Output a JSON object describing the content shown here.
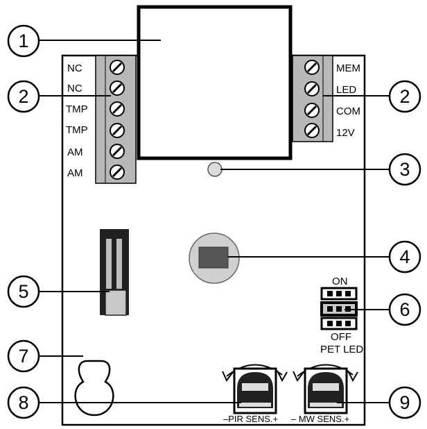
{
  "callouts": [
    "1",
    "2",
    "2",
    "3",
    "4",
    "5",
    "6",
    "7",
    "8",
    "9"
  ],
  "left_terminals": [
    "NC",
    "NC",
    "TMP",
    "TMP",
    "AM",
    "AM"
  ],
  "right_terminals": [
    "MEM",
    "LED",
    "COM",
    "12V"
  ],
  "jumper": {
    "top": "ON",
    "bottom": "OFF",
    "name": "PET LED"
  },
  "trimmers": {
    "pir": "–PIR SENS.+",
    "mw": "– MW SENS.+"
  }
}
